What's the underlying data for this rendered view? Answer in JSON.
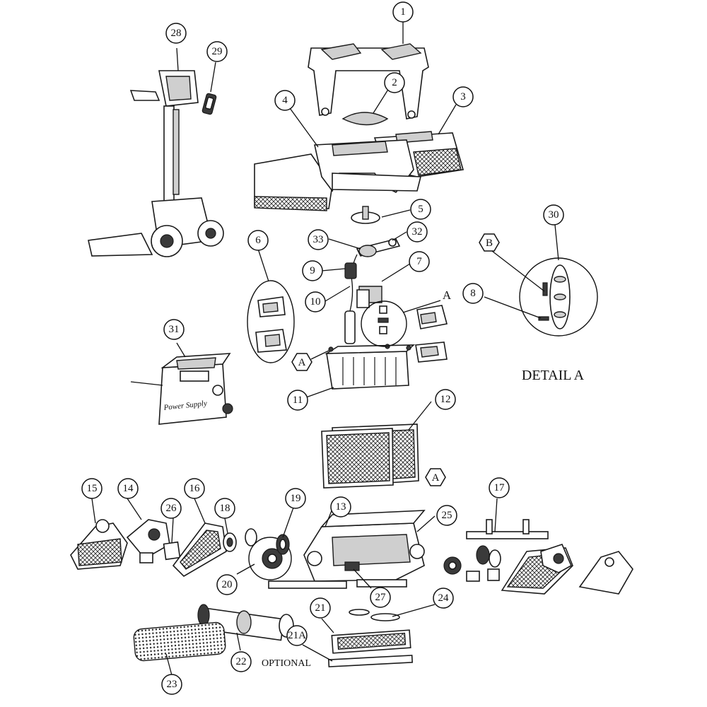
{
  "callouts": [
    {
      "id": "1",
      "label": "1"
    },
    {
      "id": "2",
      "label": "2"
    },
    {
      "id": "3",
      "label": "3"
    },
    {
      "id": "4",
      "label": "4"
    },
    {
      "id": "5",
      "label": "5"
    },
    {
      "id": "6",
      "label": "6"
    },
    {
      "id": "7",
      "label": "7"
    },
    {
      "id": "8",
      "label": "8"
    },
    {
      "id": "9",
      "label": "9"
    },
    {
      "id": "10",
      "label": "10"
    },
    {
      "id": "11",
      "label": "11"
    },
    {
      "id": "12",
      "label": "12"
    },
    {
      "id": "13",
      "label": "13"
    },
    {
      "id": "14",
      "label": "14"
    },
    {
      "id": "15",
      "label": "15"
    },
    {
      "id": "16",
      "label": "16"
    },
    {
      "id": "17",
      "label": "17"
    },
    {
      "id": "18",
      "label": "18"
    },
    {
      "id": "19",
      "label": "19"
    },
    {
      "id": "20",
      "label": "20"
    },
    {
      "id": "21",
      "label": "21"
    },
    {
      "id": "21a",
      "label": "21A"
    },
    {
      "id": "22",
      "label": "22"
    },
    {
      "id": "23",
      "label": "23"
    },
    {
      "id": "24",
      "label": "24"
    },
    {
      "id": "25",
      "label": "25"
    },
    {
      "id": "26",
      "label": "26"
    },
    {
      "id": "27",
      "label": "27"
    },
    {
      "id": "28",
      "label": "28"
    },
    {
      "id": "29",
      "label": "29"
    },
    {
      "id": "30",
      "label": "30"
    },
    {
      "id": "31",
      "label": "31"
    },
    {
      "id": "32",
      "label": "32"
    },
    {
      "id": "33",
      "label": "33"
    }
  ],
  "markers": {
    "a_upper": "A",
    "a_hex": "A",
    "a_lower": "A",
    "b_hex": "B"
  },
  "labels": {
    "detail": "DETAIL A",
    "optional": "OPTIONAL",
    "power_supply": "Power Supply"
  }
}
